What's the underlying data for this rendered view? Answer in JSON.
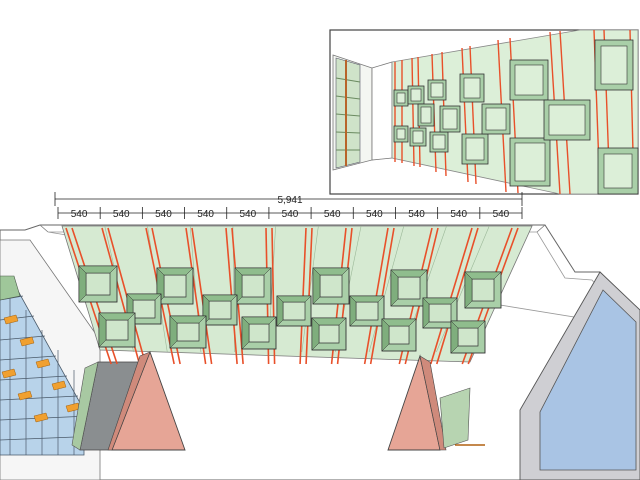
{
  "dimensions": {
    "total": "5,941",
    "segments": [
      "540",
      "540",
      "540",
      "540",
      "540",
      "540",
      "540",
      "540",
      "540",
      "540",
      "540"
    ]
  },
  "colors": {
    "panel": "#d6ead2",
    "box": "#a9cfa8",
    "box_dark": "#6f9a6f",
    "stud": "#e8502a",
    "column": "#e6a596",
    "glass": "#a9c4e4",
    "frame": "#cfcfd3",
    "outline": "#333333"
  }
}
